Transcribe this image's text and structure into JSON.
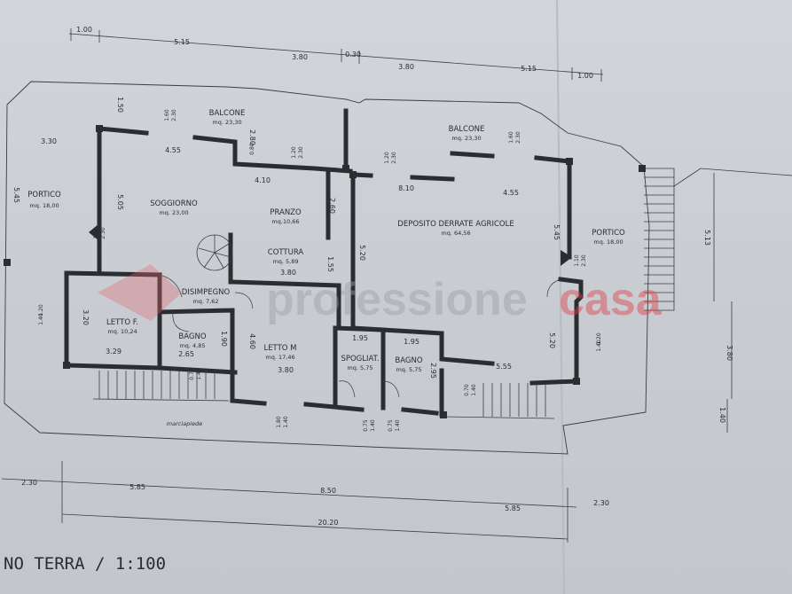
{
  "rooms": {
    "balcone_left": {
      "name": "BALCONE",
      "area": "mq. 23,30"
    },
    "balcone_right": {
      "name": "BALCONE",
      "area": "mq. 23,30"
    },
    "portico_left": {
      "name": "PORTICO",
      "area": "mq. 18,00"
    },
    "portico_right": {
      "name": "PORTICO",
      "area": "mq. 18,00"
    },
    "soggiorno": {
      "name": "SOGGIORNO",
      "area": "mq. 23,00"
    },
    "pranzo": {
      "name": "PRANZO",
      "area": "mq.10,66"
    },
    "cottura": {
      "name": "COTTURA",
      "area": "mq. 5,89"
    },
    "deposito": {
      "name": "DEPOSITO DERRATE AGRICOLE",
      "area": "mq. 64,56"
    },
    "disimpegno": {
      "name": "DISIMPEGNO",
      "area": "mq. 7,62"
    },
    "letto_f": {
      "name": "LETTO F.",
      "area": "mq. 10,24"
    },
    "bagno1": {
      "name": "BAGNO",
      "area": "mq. 4,85"
    },
    "letto_m": {
      "name": "LETTO M",
      "area": "mq. 17,46"
    },
    "spogliat": {
      "name": "SPOGLIAT.",
      "area": "mq. 5,75"
    },
    "bagno2": {
      "name": "BAGNO",
      "area": "mq. 5,75"
    }
  },
  "labels": {
    "marciapiede": "marciapiede",
    "title": "NO TERRA / 1:100",
    "watermark_a": "professione",
    "watermark_b": "casa"
  },
  "top_dims": [
    "1.00",
    "5.15",
    "3.80",
    "0.30",
    "3.80",
    "5.15",
    "1.00"
  ],
  "bottom_dims": [
    "2.30",
    "5.85",
    "8.50",
    "5.85",
    "2.30",
    "20.20"
  ],
  "interior_dims": [
    "1.50",
    "3.30",
    "4.55",
    "5.45",
    "5.05",
    "2.80",
    "4.10",
    "2.60",
    "8.10",
    "4.55",
    "5.45",
    "5.13",
    "1.55",
    "5.20",
    "3.80",
    "3.20",
    "3.29",
    "2.65",
    "1.90",
    "4.60",
    "3.80",
    "1.95",
    "1.95",
    "2.95",
    "5.55",
    "5.20",
    "3.80",
    "1.40"
  ],
  "opening_dims": [
    "1.60",
    "2.30",
    "0.80",
    "1.20",
    "2.30",
    "1.20",
    "2.30",
    "1.60",
    "2.30",
    "1.10",
    "2.30",
    "1.10",
    "2.30",
    "1.20",
    "1.40",
    "1.20",
    "1.40",
    "0.70",
    "1.40",
    "1.80",
    "1.40",
    "0.75",
    "1.40",
    "0.75",
    "1.40",
    "0.70",
    "1.40"
  ],
  "colors": {
    "paper": "#cdd1d6",
    "ink": "#2b2d31",
    "watermark_pro": "#9aa0a6",
    "watermark_casa": "#e0404a"
  }
}
